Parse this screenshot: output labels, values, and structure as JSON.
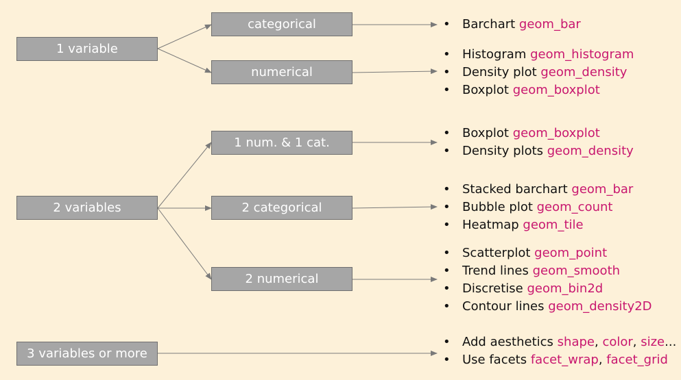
{
  "colors": {
    "background": "#fdf1d9",
    "box_fill": "#a6a6a6",
    "box_text": "#ffffff",
    "text": "#111111",
    "geom_accent": "#c8176f",
    "arrow": "#7a7a7a"
  },
  "bullet": "•",
  "left_nodes": [
    {
      "label": "1 variable"
    },
    {
      "label": "2 variables"
    },
    {
      "label": "3 variables or more"
    }
  ],
  "middle_nodes": [
    {
      "label": "categorical"
    },
    {
      "label": "numerical"
    },
    {
      "label": "1 num. & 1 cat."
    },
    {
      "label": "2 categorical"
    },
    {
      "label": "2 numerical"
    }
  ],
  "lists": [
    {
      "items": [
        {
          "text": "Barchart ",
          "geom": "geom_bar"
        }
      ]
    },
    {
      "items": [
        {
          "text": "Histogram ",
          "geom": "geom_histogram"
        },
        {
          "text": "Density plot ",
          "geom": "geom_density"
        },
        {
          "text": "Boxplot ",
          "geom": "geom_boxplot"
        }
      ]
    },
    {
      "items": [
        {
          "text": "Boxplot ",
          "geom": "geom_boxplot"
        },
        {
          "text": "Density plots ",
          "geom": "geom_density"
        }
      ]
    },
    {
      "items": [
        {
          "text": "Stacked barchart ",
          "geom": "geom_bar"
        },
        {
          "text": "Bubble plot ",
          "geom": "geom_count"
        },
        {
          "text": "Heatmap ",
          "geom": "geom_tile"
        }
      ]
    },
    {
      "items": [
        {
          "text": "Scatterplot ",
          "geom": "geom_point"
        },
        {
          "text": "Trend lines ",
          "geom": "geom_smooth"
        },
        {
          "text": "Discretise ",
          "geom": "geom_bin2d"
        },
        {
          "text": "Contour lines ",
          "geom": "geom_density2D"
        }
      ]
    },
    {
      "items": [
        {
          "text": "Add aesthetics ",
          "geom": "shape",
          "sep1": ", ",
          "geom2": "color",
          "sep2": ", ",
          "geom3": "size",
          "tail": "..."
        },
        {
          "text": "Use facets ",
          "geom": "facet_wrap",
          "sep1": ", ",
          "geom2": "facet_grid"
        }
      ]
    }
  ]
}
